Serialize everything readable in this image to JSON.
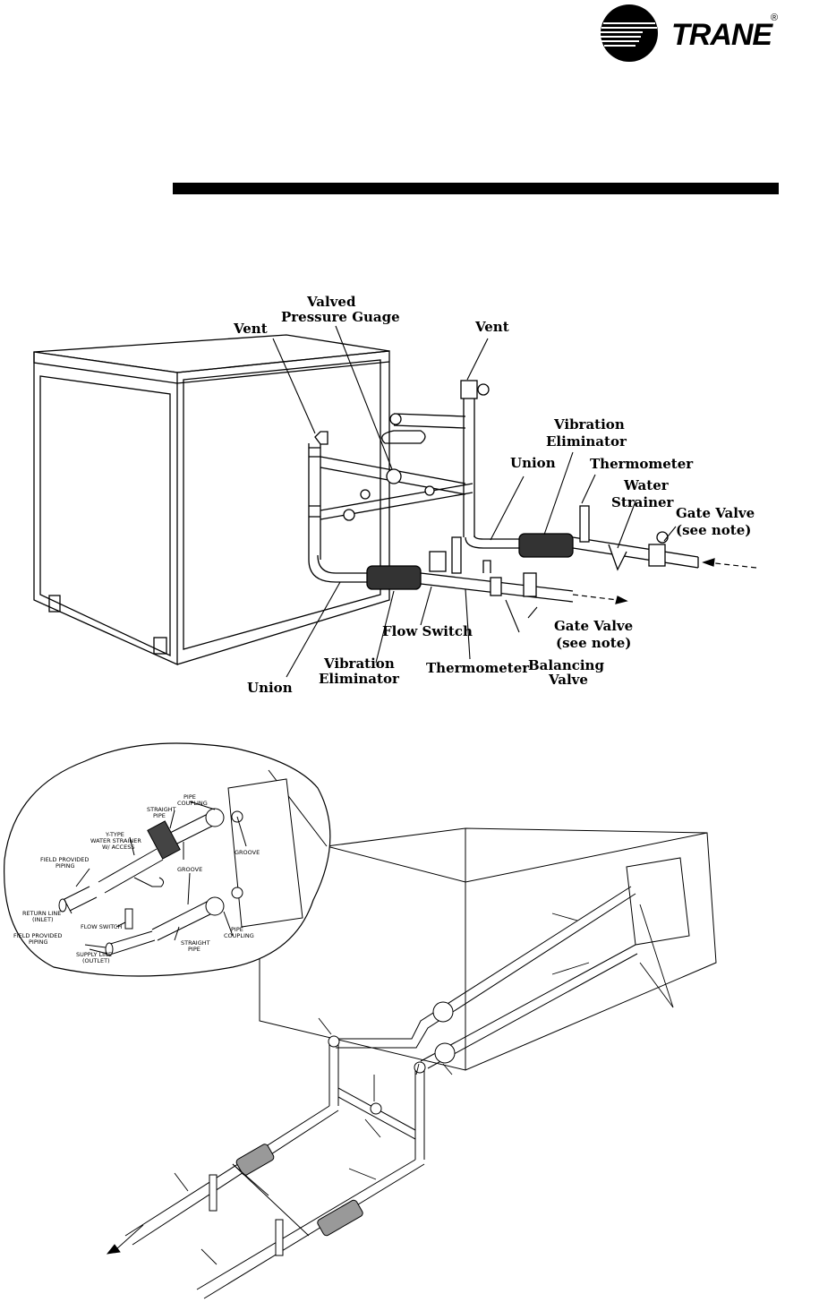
{
  "brand": {
    "name": "TRANE",
    "registered": "®"
  },
  "figure1": {
    "labels": {
      "vent_left": "Vent",
      "valved_1": "Valved",
      "valved_2": "Pressure Guage",
      "vent_right": "Vent",
      "vib_right_1": "Vibration",
      "vib_right_2": "Eliminator",
      "union_right": "Union",
      "thermo_right": "Thermometer",
      "strainer_1": "Water",
      "strainer_2": "Strainer",
      "gate_in_1": "Gate Valve",
      "gate_in_2": "(see note)",
      "flow_switch": "Flow Switch",
      "gate_out_1": "Gate Valve",
      "gate_out_2": "(see note)",
      "thermo_bottom": "Thermometer",
      "balancing_1": "Balancing",
      "balancing_2": "Valve",
      "union_bottom": "Union",
      "vib_bottom_1": "Vibration",
      "vib_bottom_2": "Eliminator"
    }
  },
  "figure2": {
    "inset_labels": {
      "pipe_coupling_top_1": "PIPE",
      "pipe_coupling_top_2": "COUPLING",
      "straight_top_1": "STRAIGHT",
      "straight_top_2": "PIPE",
      "ystrainer_1": "Y-TYPE",
      "ystrainer_2": "WATER STRAINER",
      "ystrainer_3": "W/ ACCESS",
      "groove_right": "GROOVE",
      "field_top_1": "FIELD PROVIDED",
      "field_top_2": "PIPING",
      "groove_mid": "GROOVE",
      "return_1": "RETURN LINE",
      "return_2": "(INLET)",
      "flow_switch": "FLOW SWITCH",
      "field_bot_1": "FIELD PROVIDED",
      "field_bot_2": "PIPING",
      "pipe_coupling_bot_1": "PIPE",
      "pipe_coupling_bot_2": "COUPLING",
      "straight_bot_1": "STRAIGHT",
      "straight_bot_2": "PIPE",
      "supply_1": "SUPPLY LINE",
      "supply_2": "(OUTLET)"
    }
  }
}
